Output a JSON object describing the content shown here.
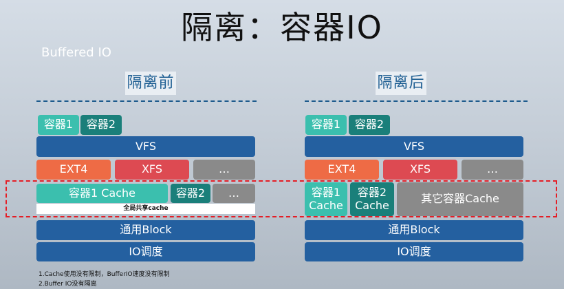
{
  "title": "隔离：容器IO",
  "subtitle": "Buffered IO",
  "left": {
    "heading": "隔离前",
    "container1": "容器1",
    "container2": "容器2",
    "vfs": "VFS",
    "ext4": "EXT4",
    "xfs": "XFS",
    "more_fs": "…",
    "cache1": "容器1 Cache",
    "cache2": "容器2",
    "cache_more": "…",
    "shared_cache": "全局共享cache",
    "block": "通用Block",
    "io_sched": "IO调度"
  },
  "right": {
    "heading": "隔离后",
    "container1": "容器1",
    "container2": "容器2",
    "vfs": "VFS",
    "ext4": "EXT4",
    "xfs": "XFS",
    "more_fs": "…",
    "cache1_line1": "容器1",
    "cache1_line2": "Cache",
    "cache2_line1": "容器2",
    "cache2_line2": "Cache",
    "other_cache": "其它容器Cache",
    "block": "通用Block",
    "io_sched": "IO调度"
  },
  "notes": [
    "1.Cache使用没有限制，BufferIO速度没有限制",
    "2.Buffer IO没有隔离"
  ],
  "colors": {
    "teal": "#3bbfae",
    "dark_teal": "#1a7f7a",
    "blue": "#2460a0",
    "orange": "#ee6b45",
    "red": "#dd4a52",
    "grey": "#8a8a8a",
    "highlight_dash": "#e51d25"
  }
}
